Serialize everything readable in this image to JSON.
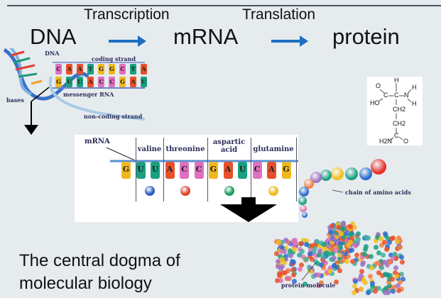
{
  "header": {
    "transcription_label": "Transcription",
    "translation_label": "Translation",
    "dna": "DNA",
    "mrna": "mRNA",
    "protein": "protein",
    "arrow_color": "#1e6fc0"
  },
  "dna_figure": {
    "dna_label": "DNA",
    "bases_label": "bases",
    "coding_strand_label": "coding strand",
    "messenger_rna_label": "messenger RNA",
    "non_coding_strand_label": "non-coding strand",
    "coding_bases": [
      "C",
      "A",
      "A",
      "T",
      "G",
      "G",
      "C",
      "T",
      "A"
    ],
    "mrna_bases": [
      "G",
      "U",
      "U",
      "A",
      "C",
      "C",
      "G",
      "A",
      "U"
    ]
  },
  "codon_figure": {
    "mrna_label": "mRNA",
    "amino_acids": [
      {
        "name": "valine",
        "color": "#2a5bbf"
      },
      {
        "name": "threonine",
        "color": "#e0402a"
      },
      {
        "name": "aspartic acid",
        "color": "#1a9a5a"
      },
      {
        "name": "glutamine",
        "color": "#f0b81a"
      }
    ],
    "bases": [
      "G",
      "U",
      "U",
      "A",
      "C",
      "C",
      "G",
      "A",
      "U",
      "C",
      "A",
      "G"
    ]
  },
  "structure": {
    "atoms": [
      "O",
      "C",
      "C",
      "H",
      "N",
      "H",
      "H",
      "HO",
      "CH2",
      "CH2",
      "C",
      "H2N",
      "O"
    ]
  },
  "protein_figure": {
    "chain_label": "chain of amino acids",
    "protein_label": "protein molecule"
  },
  "caption": {
    "line1": "The central dogma of",
    "line2": "molecular biology"
  }
}
